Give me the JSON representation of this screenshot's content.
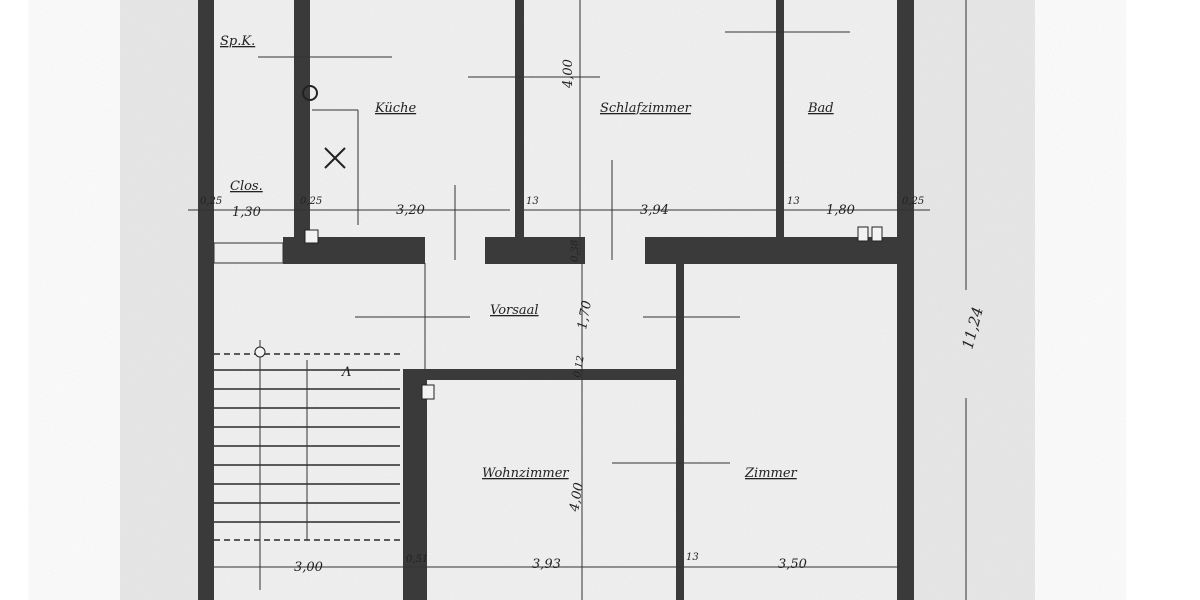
{
  "plan": {
    "rooms": [
      "Sp.K.",
      "Küche",
      "Schlafzimmer",
      "Bad",
      "Clos.",
      "Vorsaal",
      "Wohnzimmer",
      "Zimmer"
    ],
    "dimensions_top": [
      "0,25",
      "1,30",
      "0,25",
      "3,20",
      "13",
      "3,94",
      "13",
      "1,80",
      "0,25"
    ],
    "dimensions_vertical": [
      "4,00",
      "0,38",
      "1,70",
      "0,12",
      "4,00"
    ],
    "dimensions_bottom": [
      "3,00",
      "0,51",
      "3,93",
      "13",
      "3,50"
    ],
    "overall_length": "11,24",
    "stair_arrow": "Λ",
    "colors": {
      "paper": "#e9e9e9",
      "wall": "#3a3a3a",
      "ink": "#222222"
    }
  }
}
